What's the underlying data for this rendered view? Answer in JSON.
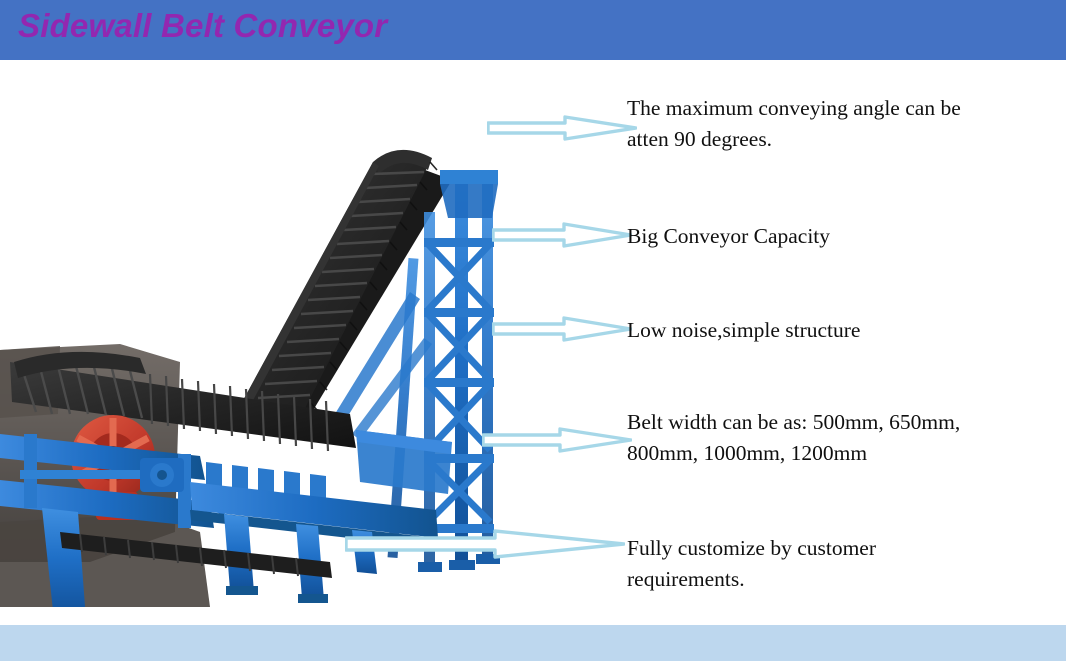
{
  "header": {
    "title": "Sidewall Belt Conveyor",
    "bar_color": "#4472C4",
    "title_color": "#9327B0"
  },
  "footer": {
    "bar_color": "#BDD7EE"
  },
  "photo": {
    "alt": "Sidewall belt conveyor machine with blue steel frame, black corrugated sidewall belt and red drive unit",
    "frame_color": "#2272C8",
    "belt_color": "#2B2B2B",
    "drive_color": "#C8392B"
  },
  "arrows": {
    "color": "#A6D7E8",
    "fill": "#FFFFFF"
  },
  "callouts": [
    {
      "id": "max-conveying-angle",
      "text": "The maximum conveying angle can be\natten 90 degrees."
    },
    {
      "id": "big-capacity",
      "text": "Big Conveyor Capacity"
    },
    {
      "id": "low-noise",
      "text": "Low noise,simple structure"
    },
    {
      "id": "belt-width",
      "text": "Belt width can be as: 500mm, 650mm,\n800mm, 1000mm, 1200mm"
    },
    {
      "id": "fully-customize",
      "text": "Fully customize by customer\nrequirements."
    }
  ]
}
